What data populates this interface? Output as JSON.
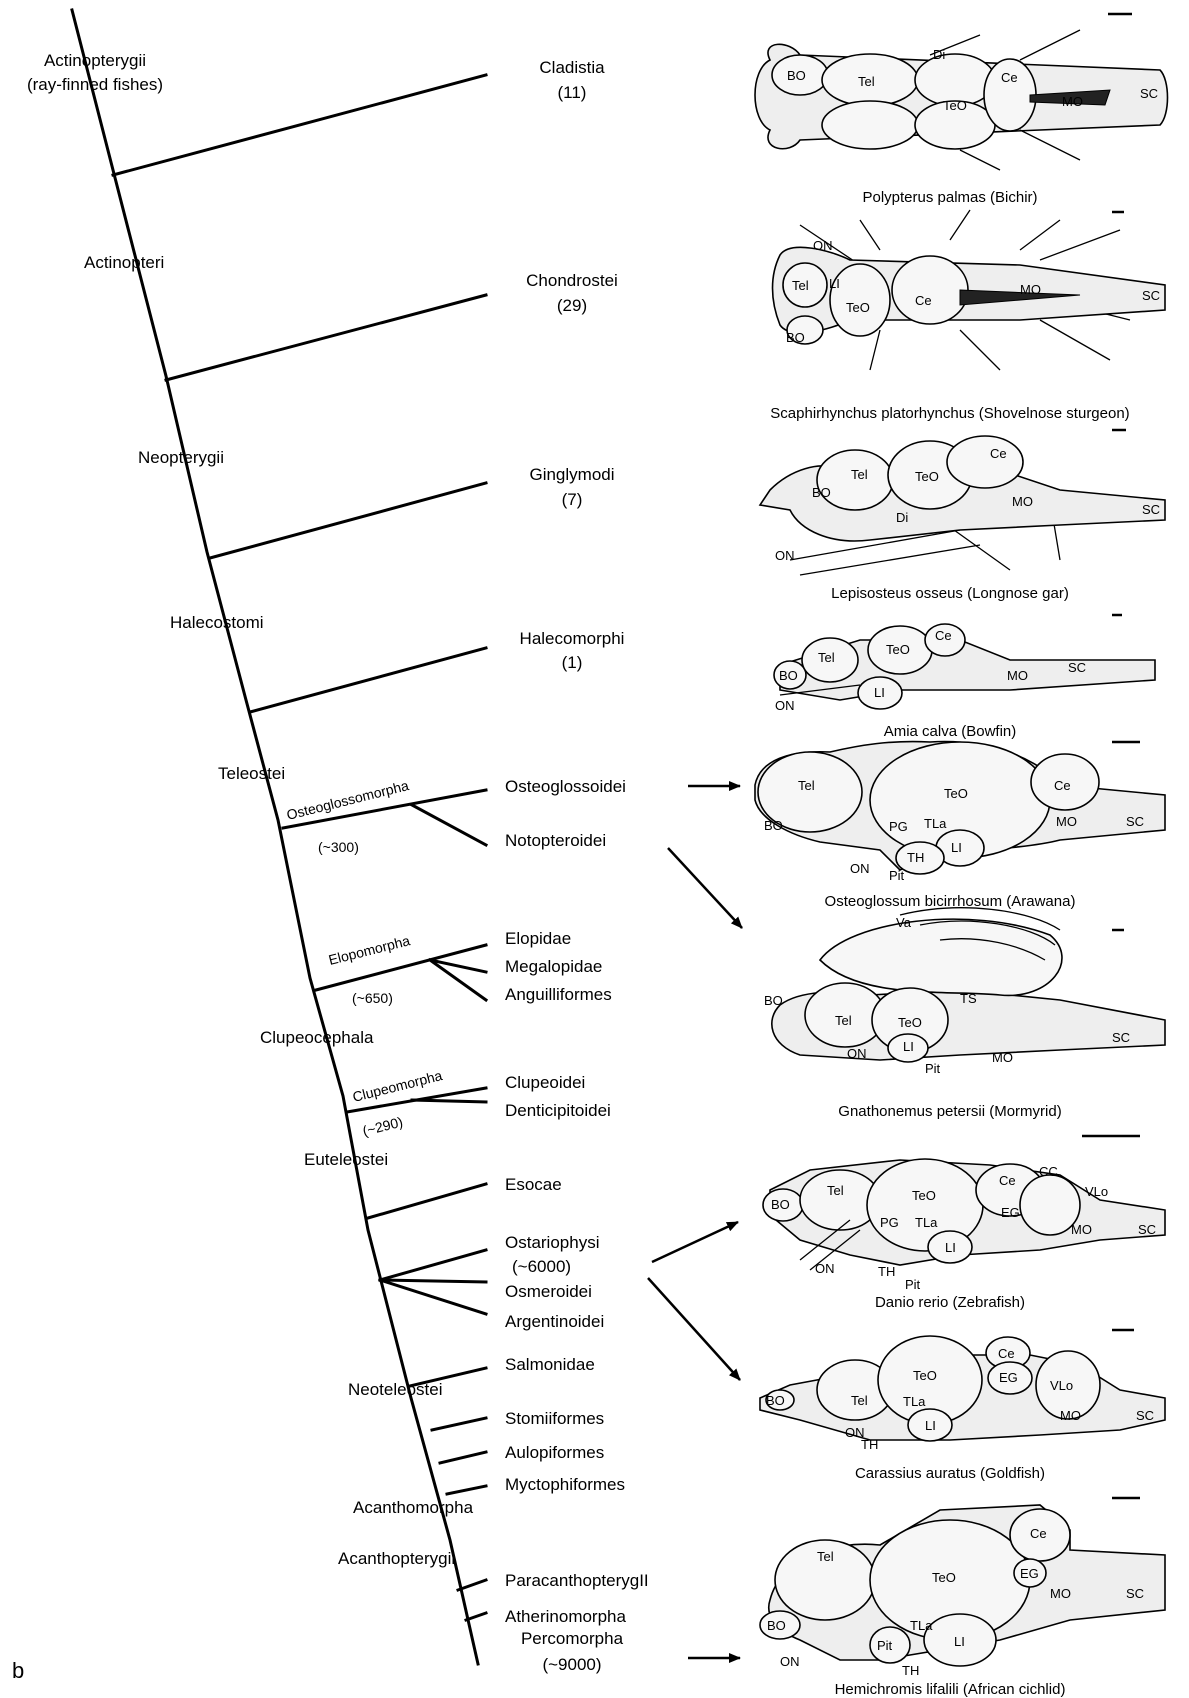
{
  "panel_letter": "b",
  "nodes": {
    "actinopterygii_line1": "Actinopterygii",
    "actinopterygii_line2": "(ray-finned fishes)",
    "actinopteri": "Actinopteri",
    "neopterygii": "Neopterygii",
    "halecostomi": "Halecostomi",
    "teleostei": "Teleostei",
    "osteoglossomorpha": "Osteoglossomorpha",
    "osteoglossomorpha_count": "(~300)",
    "elopomorpha": "Elopomorpha",
    "elopomorpha_count": "(~650)",
    "clupeocephala": "Clupeocephala",
    "clupeomorpha": "Clupeomorpha",
    "clupeomorpha_count": "(~290)",
    "euteleostei": "Euteleostei",
    "neoteleostei": "Neoteleostei",
    "acanthomorpha": "Acanthomorpha",
    "acanthopterygii": "Acanthopterygii"
  },
  "taxa": {
    "cladistia": "Cladistia",
    "cladistia_count": "(11)",
    "chondrostei": "Chondrostei",
    "chondrostei_count": "(29)",
    "ginglymodi": "Ginglymodi",
    "ginglymodi_count": "(7)",
    "halecomorphi": "Halecomorphi",
    "halecomorphi_count": "(1)",
    "osteoglossoidei": "Osteoglossoidei",
    "notopteroidei": "Notopteroidei",
    "elopidae": "Elopidae",
    "megalopidae": "Megalopidae",
    "anguilliformes": "Anguilliformes",
    "clupeoidei": "Clupeoidei",
    "denticipitoidei": "Denticipitoidei",
    "esocae": "Esocae",
    "ostariophysi": "Ostariophysi",
    "ostariophysi_count": "(~6000)",
    "osmeroidei": "Osmeroidei",
    "argentinoidei": "Argentinoidei",
    "salmonidae": "Salmonidae",
    "stomiiformes": "Stomiiformes",
    "aulopiformes": "Aulopiformes",
    "myctophiformes": "Myctophiformes",
    "paracanthopterygii": "ParacanthopterygII",
    "atherinomorpha": "Atherinomorpha",
    "percomorpha": "Percomorpha",
    "percomorpha_count": "(~9000)"
  },
  "captions": {
    "polypterus": "Polypterus palmas (Bichir)",
    "scaphirhynchus": "Scaphirhynchus platorhynchus (Shovelnose sturgeon)",
    "lepisosteus": "Lepisosteus osseus (Longnose gar)",
    "amia": "Amia calva (Bowfin)",
    "osteoglossum": "Osteoglossum bicirrhosum (Arawana)",
    "gnathonemus": "Gnathonemus petersii (Mormyrid)",
    "danio": "Danio rerio (Zebrafish)",
    "carassius": "Carassius auratus (Goldfish)",
    "hemichromis": "Hemichromis lifalili (African cichlid)"
  },
  "brain_labels": {
    "bo": "BO",
    "tel": "Tel",
    "di": "Di",
    "ce": "Ce",
    "teo": "TeO",
    "mo": "MO",
    "sc": "SC",
    "on": "ON",
    "li": "LI",
    "pg": "PG",
    "tla": "TLa",
    "th": "TH",
    "pit": "Pit",
    "va": "Va",
    "ts": "TS",
    "eg": "EG",
    "cc": "CC",
    "vlo": "VLo"
  }
}
